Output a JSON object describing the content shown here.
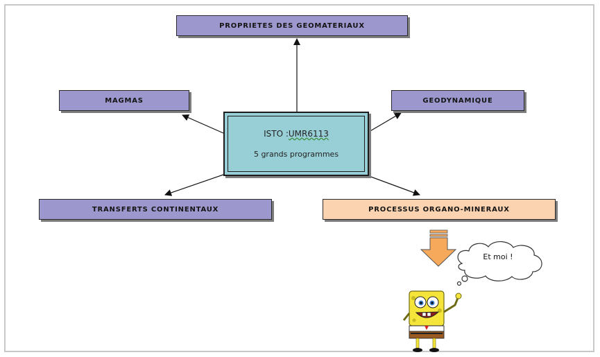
{
  "boxes": {
    "proprietes": "PROPRIETES DES GEOMATERIAUX",
    "magmas": "MAGMAS",
    "geodynamique": "GEODYNAMIQUE",
    "transferts": "TRANSFERTS CONTINENTAUX",
    "processus": "PROCESSUS ORGANO-MINERAUX"
  },
  "center": {
    "title_prefix": "ISTO :",
    "title_code": "UMR6113",
    "subtitle": "5 grands programmes"
  },
  "speech_bubble": "Et moi !",
  "colors": {
    "purple_box": "#9c97cc",
    "peach_box": "#fbd3b0",
    "center_box": "#98cfd6",
    "down_arrow": "#f6a95a"
  }
}
